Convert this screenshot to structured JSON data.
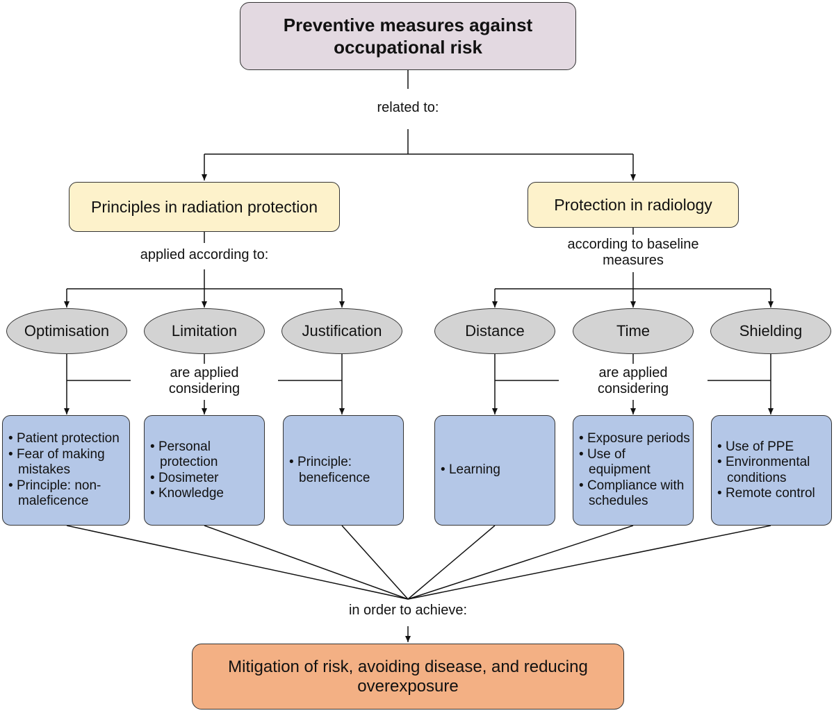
{
  "top": {
    "title": "Preventive measures against occupational risk"
  },
  "related_to": "related to:",
  "left": {
    "title": "Principles in radiation protection",
    "connector": "applied according to:",
    "considering": "are applied considering",
    "items": [
      {
        "name": "Optimisation",
        "details": [
          "Patient protection",
          "Fear of making mistakes",
          "Principle: non-maleficence"
        ]
      },
      {
        "name": "Limitation",
        "details": [
          "Personal protection",
          "Dosimeter",
          "Knowledge"
        ]
      },
      {
        "name": "Justification",
        "details": [
          "Principle: beneficence"
        ]
      }
    ]
  },
  "right": {
    "title": "Protection in radiology",
    "connector": "according to baseline measures",
    "considering": "are applied considering",
    "items": [
      {
        "name": "Distance",
        "details": [
          "Learning"
        ]
      },
      {
        "name": "Time",
        "details": [
          "Exposure periods",
          "Use of equipment",
          "Compliance with schedules"
        ]
      },
      {
        "name": "Shielding",
        "details": [
          "Use of PPE",
          "Environmental conditions",
          "Remote control"
        ]
      }
    ]
  },
  "achieve_label": "in order to achieve:",
  "bottom": {
    "title": "Mitigation of risk, avoiding disease, and reducing overexposure"
  },
  "colors": {
    "top_box": "#e3d9e1",
    "principle_box": "#fdf2cb",
    "oval": "#d3d3d3",
    "detail_box": "#b4c7e7",
    "result_box": "#f3b084"
  }
}
